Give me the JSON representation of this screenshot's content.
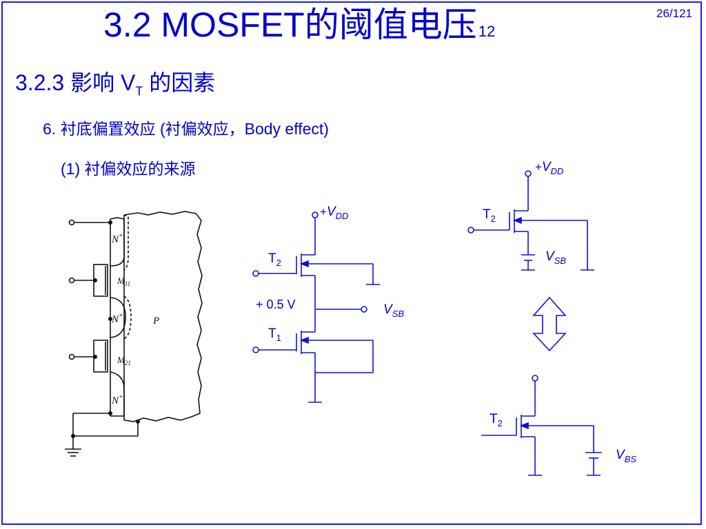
{
  "slide": {
    "title": "3.2  MOSFET的阈值电压",
    "title_suffix": "12",
    "page_number": "26/121",
    "section": "3.2.3  影响 V",
    "section_sub": "T",
    "section_tail": " 的因素",
    "point_6": "6. 衬底偏置效应 (衬偏效应，Body effect)",
    "point_1": "(1) 衬偏效应的来源"
  },
  "cross_section": {
    "n_plus": "N",
    "plus": "+",
    "m11": "M",
    "m11_sub": "11",
    "m21": "M",
    "m21_sub": "21",
    "p_region": "P"
  },
  "circuit_stack": {
    "plus": "+",
    "vdd": "V",
    "vdd_sub": "DD",
    "t2": "T",
    "t2_sub": "2",
    "mid_voltage": "+ 0.5 V",
    "vsb": "V",
    "vsb_sub": "SB",
    "t1": "T",
    "t1_sub": "1"
  },
  "circuit_top_right": {
    "plus": "+",
    "vdd": "V",
    "vdd_sub": "DD",
    "t2": "T",
    "t2_sub": "2",
    "vsb": "V",
    "vsb_sub": "SB"
  },
  "circuit_bottom_right": {
    "t2": "T",
    "t2_sub": "2",
    "vbs": "V",
    "vbs_sub": "BS"
  },
  "colors": {
    "accent": "#0000cc",
    "frame": "#1a1aff",
    "wire": "#1010d0",
    "ink": "#111111"
  }
}
